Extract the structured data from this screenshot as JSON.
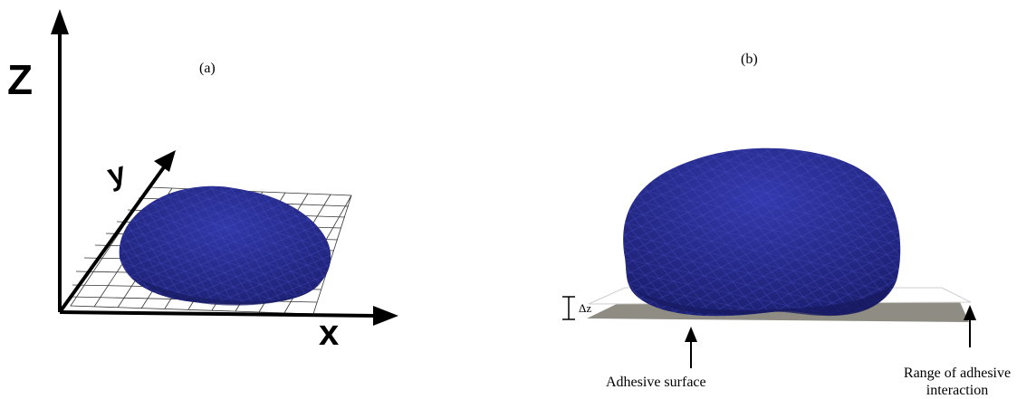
{
  "panel_a": {
    "label": "(a)",
    "axis_z": "Z",
    "axis_y": "y",
    "axis_x": "x"
  },
  "panel_b": {
    "label": "(b)",
    "delta_label": "Δz",
    "adhesive_surface_label": "Adhesive surface",
    "range_label_line1": "Range of adhesive",
    "range_label_line2": "interaction"
  },
  "colors": {
    "cell_fill": "#2b2f96",
    "cell_dark": "#1c1f70",
    "mesh_line": "#5a63d6",
    "surface": "#8c8a80",
    "axis": "#000000"
  }
}
